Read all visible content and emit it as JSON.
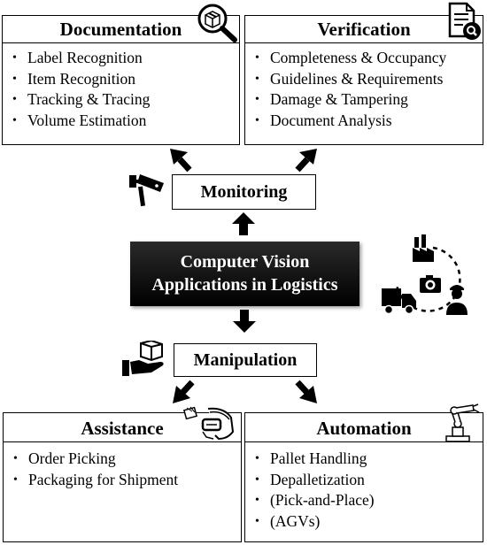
{
  "center": {
    "line1": "Computer Vision",
    "line2": "Applications in Logistics"
  },
  "monitoring": {
    "label": "Monitoring"
  },
  "manipulation": {
    "label": "Manipulation"
  },
  "documentation": {
    "title": "Documentation",
    "items": [
      "Label Recognition",
      "Item Recognition",
      "Tracking & Tracing",
      "Volume Estimation"
    ]
  },
  "verification": {
    "title": "Verification",
    "items": [
      "Completeness & Occupancy",
      "Guidelines & Requirements",
      "Damage & Tampering",
      "Document Analysis"
    ]
  },
  "assistance": {
    "title": "Assistance",
    "items": [
      "Order Picking",
      "Packaging for Shipment"
    ]
  },
  "automation": {
    "title": "Automation",
    "items": [
      "Pallet Handling",
      "Depalletization",
      "(Pick-and-Place)",
      "(AGVs)"
    ]
  },
  "icons": {
    "documentation": "magnifier-package-icon",
    "verification": "document-search-icon",
    "monitoring": "security-camera-icon",
    "manipulation": "hand-box-icon",
    "assistance": "vr-headset-icon",
    "automation": "robot-arm-icon",
    "logistics_cycle": "factory-camera-worker-truck-icon"
  }
}
